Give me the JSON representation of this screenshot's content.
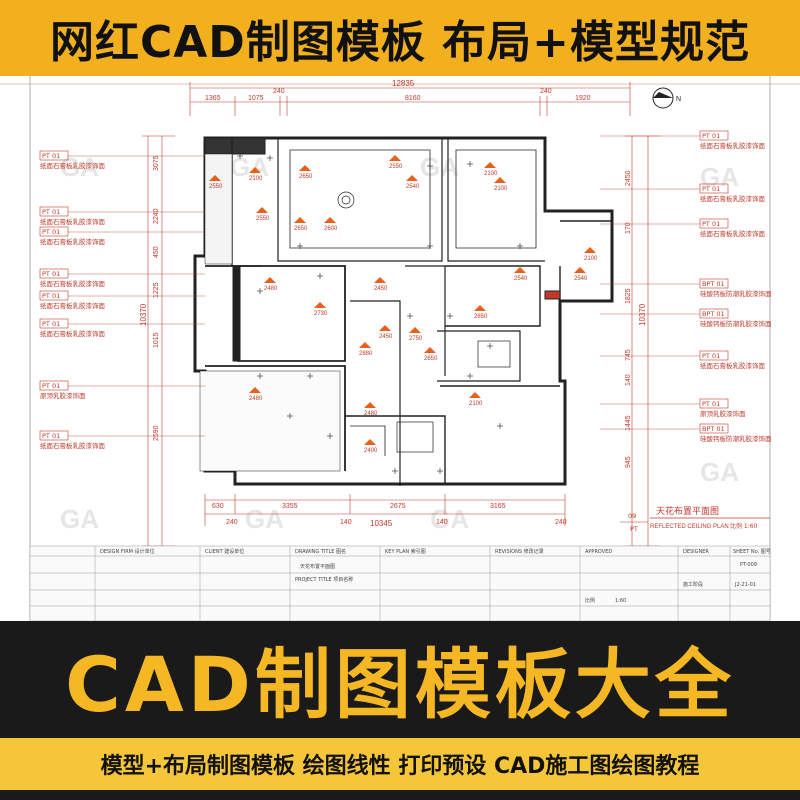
{
  "header": {
    "title": "网红CAD制图模板 布局+模型规范"
  },
  "drawing": {
    "dims_top_total": "12835",
    "dims_top": [
      "1365",
      "1075",
      "240",
      "8160",
      "240",
      "1920"
    ],
    "dims_bottom": [
      "630",
      "3355",
      "2675",
      "3165"
    ],
    "dims_bottom_sub": [
      "240",
      "140",
      "140",
      "240"
    ],
    "dims_bottom_total": "10345",
    "dims_left": [
      "3075",
      "2240",
      "450",
      "1225",
      "1015",
      "2590"
    ],
    "dims_left_total": "10370",
    "dims_right": [
      "2450",
      "170",
      "1825",
      "745",
      "140",
      "1445",
      "945"
    ],
    "dims_right_total": "10370",
    "left_labels": [
      {
        "code": "PT  01",
        "text": "纸面石膏板乳胶漆饰面"
      },
      {
        "code": "PT  01",
        "text": "纸面石膏板乳胶漆饰面"
      },
      {
        "code": "PT  01",
        "text": "纸面石膏板乳胶漆饰面"
      },
      {
        "code": "PT  01",
        "text": "纸面石膏板乳胶漆饰面"
      },
      {
        "code": "PT  01",
        "text": "纸面石膏板乳胶漆饰面"
      },
      {
        "code": "PT  01",
        "text": "纸面石膏板乳胶漆饰面"
      },
      {
        "code": "PT  01",
        "text": "原顶乳胶漆饰面"
      },
      {
        "code": "PT  01",
        "text": "纸面石膏板乳胶漆饰面"
      }
    ],
    "right_labels": [
      {
        "code": "PT  01",
        "text": "纸面石膏板乳胶漆饰面"
      },
      {
        "code": "PT  01",
        "text": "纸面石膏板乳胶漆饰面"
      },
      {
        "code": "PT  01",
        "text": "纸面石膏板乳胶漆饰面"
      },
      {
        "code": "BPT 01",
        "text": "硅酸钙板防潮乳胶漆饰面"
      },
      {
        "code": "BPT 01",
        "text": "硅酸钙板防潮乳胶漆饰面"
      },
      {
        "code": "PT  01",
        "text": "纸面石膏板乳胶漆饰面"
      },
      {
        "code": "PT  01",
        "text": "原顶乳胶漆饰面"
      },
      {
        "code": "BPT 01",
        "text": "硅酸钙板防潮乳胶漆饰面"
      }
    ],
    "ceiling_heights": [
      "2100",
      "2650",
      "2550",
      "2540",
      "2550",
      "2550",
      "2650",
      "2600",
      "2100",
      "2100",
      "2100",
      "2540",
      "2540",
      "2480",
      "2450",
      "2730",
      "2450",
      "2750",
      "2850",
      "2880",
      "2480",
      "2480",
      "2400",
      "2100",
      "2650"
    ],
    "plan_number": "09",
    "plan_sheet": "PT",
    "plan_title": "天花布置平面图",
    "plan_title_en": "REFLECTED CEILING PLAN",
    "plan_scale": "比例 1:60",
    "watermark": "GA",
    "north_label": "N"
  },
  "title_block": {
    "design_firm": "DESIGN FIRM  设计单位",
    "client": "CLIENT  建设单位",
    "drawing_title": "DRAWING TITLE  图名",
    "drawing_title_value": "天花布置平面图",
    "project_title": "PROJECT TITLE  项目名称",
    "key_plan": "KEY PLAN  索引图",
    "revisions": "REVISIONS  修改记录",
    "approved": "APPROVED",
    "designer": "DESIGNER",
    "sheet_no": "SHEET No.  图号",
    "sheet_value": "PT-009",
    "code": "J2-21-01",
    "scale_label": "比例",
    "scale_value": "1:60",
    "stage": "施工阶段"
  },
  "bottom": {
    "big_title": "CAD制图模板大全",
    "subtitle": "模型+布局制图模板 绘图线性 打印预设 CAD施工图绘图教程"
  },
  "colors": {
    "banner_yellow": "#f2b01e",
    "title_yellow": "#f5b824",
    "dim_red": "#c0392b",
    "dark": "#1a1a1a"
  }
}
